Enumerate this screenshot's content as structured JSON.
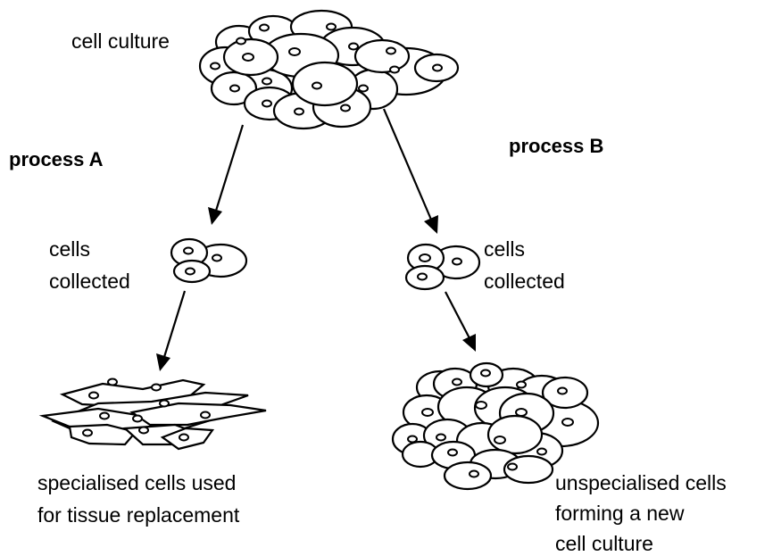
{
  "labels": {
    "cell_culture": "cell culture",
    "process_a": "process A",
    "process_b": "process B",
    "cells_collected_a": [
      "cells",
      "collected"
    ],
    "cells_collected_b": [
      "cells",
      "collected"
    ],
    "specialised": [
      "specialised cells used",
      "for tissue replacement"
    ],
    "unspecialised": [
      "unspecialised cells",
      "forming a new",
      "cell culture"
    ]
  }
}
